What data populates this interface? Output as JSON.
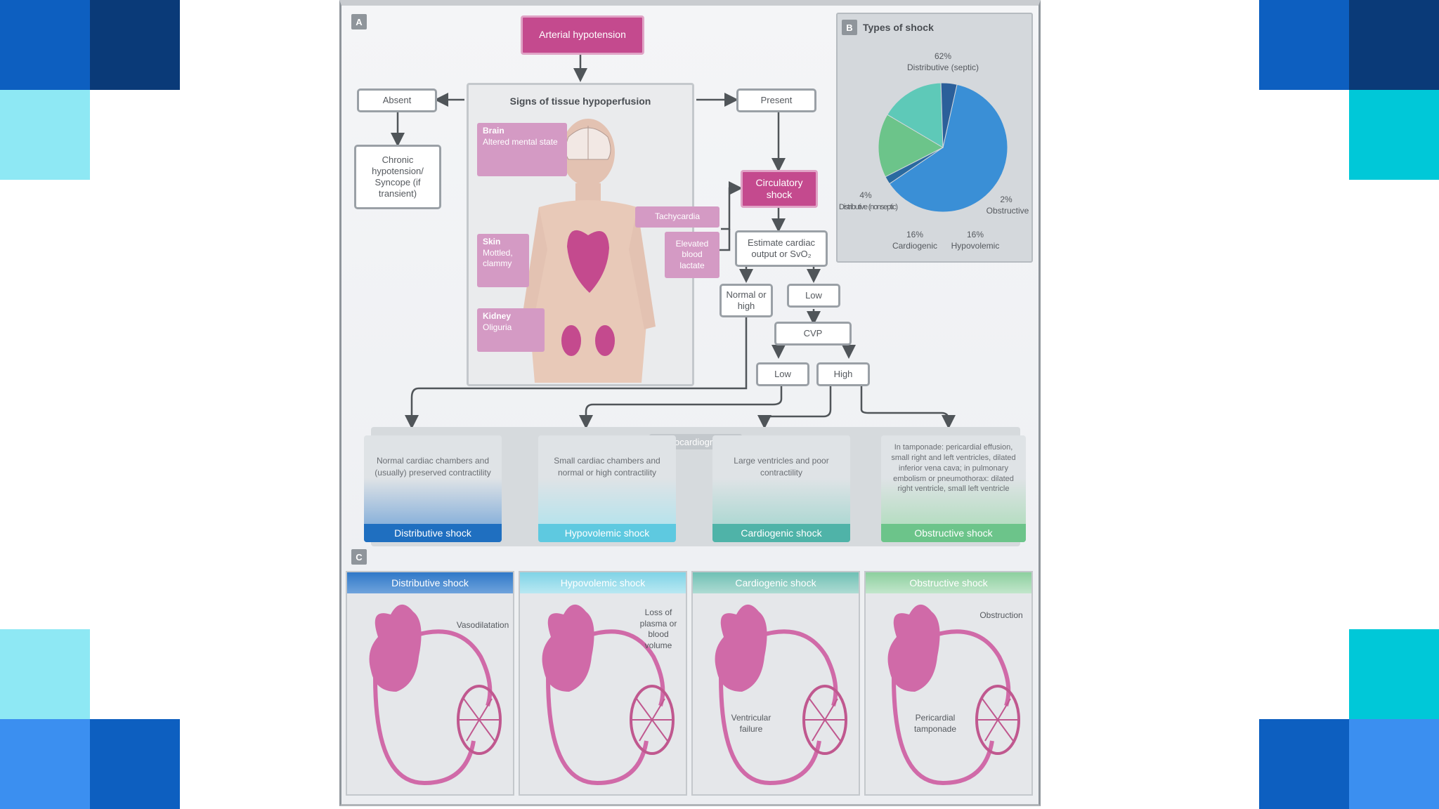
{
  "panel_a": {
    "tag": "A",
    "arterial_hypotension": "Arterial hypotension",
    "signs_title": "Signs of tissue hypoperfusion",
    "absent": "Absent",
    "present": "Present",
    "chronic": "Chronic hypotension/ Syncope (if transient)",
    "circulatory_shock": "Circulatory shock",
    "tachycardia": "Tachycardia",
    "lactate": "Elevated blood lactate",
    "estimate": "Estimate cardiac output or SvO₂",
    "normal_high": "Normal or high",
    "low": "Low",
    "cvp": "CVP",
    "cvp_low": "Low",
    "cvp_high": "High",
    "organ_brain": "Brain",
    "organ_brain_detail": "Altered mental state",
    "organ_skin": "Skin",
    "organ_skin_detail": "Mottled, clammy",
    "organ_kidney": "Kidney",
    "organ_kidney_detail": "Oliguria",
    "echo_title": "Echocardiography",
    "echo": [
      {
        "text": "Normal cardiac chambers and (usually) preserved contractility",
        "label": "Distributive shock",
        "color": "#1f6fc0"
      },
      {
        "text": "Small cardiac chambers and normal or high contractility",
        "label": "Hypovolemic shock",
        "color": "#5ec9e0"
      },
      {
        "text": "Large ventricles and poor contractility",
        "label": "Cardiogenic shock",
        "color": "#4fb3a8"
      },
      {
        "text": "In tamponade: pericardial effusion, small right and left ventricles, dilated inferior vena cava; in pulmonary embolism or pneumothorax: dilated right ventricle, small left ventricle",
        "label": "Obstructive shock",
        "color": "#6cc48a"
      }
    ]
  },
  "panel_b": {
    "tag": "B",
    "title": "Types of shock",
    "slices": [
      {
        "label": "Distributive (septic)",
        "pct": "62%",
        "value": 62,
        "color": "#3a8fd6"
      },
      {
        "label": "Obstructive",
        "pct": "2%",
        "value": 2,
        "color": "#2a6aa0"
      },
      {
        "label": "Hypovolemic",
        "pct": "16%",
        "value": 16,
        "color": "#6cc48a"
      },
      {
        "label": "Cardiogenic",
        "pct": "16%",
        "value": 16,
        "color": "#5ec9b8"
      },
      {
        "label": "Distributive (nonseptic)",
        "pct": "4%",
        "value": 4,
        "color": "#2b5f9a"
      }
    ]
  },
  "panel_c": {
    "tag": "C",
    "panels": [
      {
        "title": "Distributive shock",
        "color": "#2f78c8",
        "annotation": "Vasodilatation"
      },
      {
        "title": "Hypovolemic shock",
        "color": "#7fd3e6",
        "annotation": "Loss of plasma or blood volume"
      },
      {
        "title": "Cardiogenic shock",
        "color": "#6fc0b4",
        "annotation": "Ventricular failure"
      },
      {
        "title": "Obstructive shock",
        "color": "#8ccf9e",
        "annotation": "Obstruction",
        "annotation2": "Pericardial tamponade"
      }
    ]
  },
  "colors": {
    "tile_dark": "#0a3a78",
    "tile_mid": "#0d5fc0",
    "tile_bright": "#3b8ff0",
    "tile_cyan": "#00c8d8",
    "tile_light": "#8ee8f4",
    "pink": "#c44a8e"
  }
}
